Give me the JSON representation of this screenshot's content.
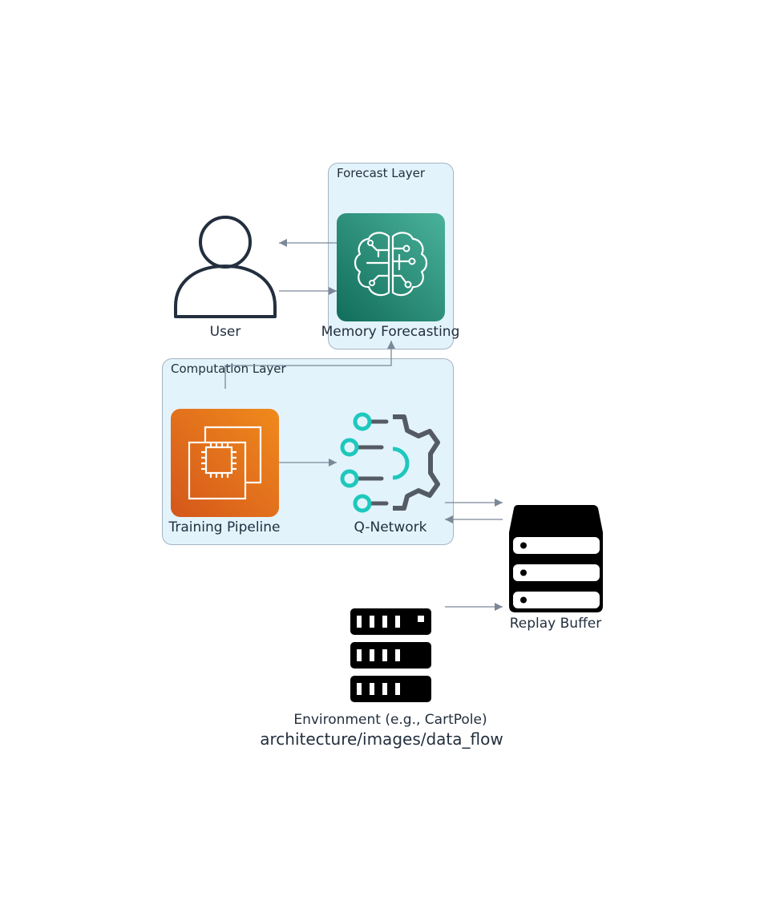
{
  "clusters": {
    "forecast": {
      "label": "Forecast Layer"
    },
    "computation": {
      "label": "Computation Layer"
    }
  },
  "nodes": {
    "user": {
      "label": "User",
      "icon": "user-icon"
    },
    "memory_forecasting": {
      "label": "Memory Forecasting",
      "icon": "brain-circuit-icon"
    },
    "training_pipeline": {
      "label": "Training Pipeline",
      "icon": "chip-instances-icon"
    },
    "q_network": {
      "label": "Q-Network",
      "icon": "neural-gear-icon"
    },
    "replay_buffer": {
      "label": "Replay Buffer",
      "icon": "database-stack-icon"
    },
    "environment": {
      "label": "Environment (e.g., CartPole)",
      "icon": "server-rack-icon"
    }
  },
  "caption": "architecture/images/data_flow",
  "colors": {
    "cluster_fill": "#e3f3fc",
    "cluster_stroke": "#a6b4c2",
    "edge": "#7b8896",
    "text": "#232f3e",
    "sagemaker_top": "#4ab29a",
    "sagemaker_bottom": "#116d5b",
    "ec2_top": "#f08a1c",
    "ec2_bottom": "#d4571b",
    "teal": "#1ec8bd",
    "gray_gear": "#545b64"
  }
}
